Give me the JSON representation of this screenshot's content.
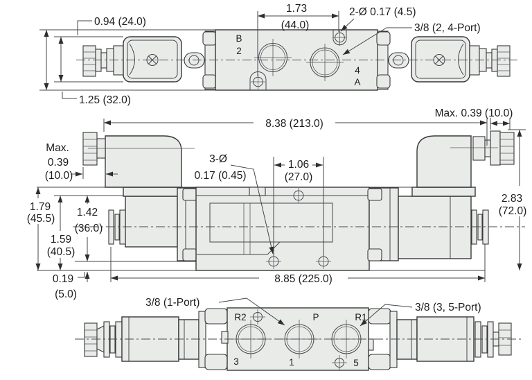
{
  "colors": {
    "line": "#38383a",
    "body_fill": "#e9ebe9",
    "background": "#ffffff",
    "text": "#1c1c1c"
  },
  "top_view": {
    "dim_solenoid_width": "0.94 (24.0)",
    "dim_end_width": "1.25 (32.0)",
    "dim_hole_spacing": "1.73",
    "dim_hole_spacing_mm": "(44.0)",
    "label_mounting_holes": "2-Ø 0.17 (4.5)",
    "label_ports": "3/8 (2, 4-Port)",
    "port_letter_b": "B",
    "port_num_2": "2",
    "port_num_4": "4",
    "port_letter_a": "A"
  },
  "front_view": {
    "dim_overall_width": "8.38 (213.0)",
    "dim_gland_right": "Max. 0.39 (10.0)",
    "dim_gland_left_1": "Max.",
    "dim_gland_left_2": "0.39",
    "dim_gland_left_3": "(10.0)",
    "label_mounting_holes_1": "3-Ø",
    "label_mounting_holes_2": "0.17 (0.45)",
    "dim_hole_spacing": "1.06",
    "dim_hole_spacing_mm": "(27.0)",
    "dim_height_total": "1.79",
    "dim_height_total_mm": "(45.5)",
    "dim_height_body": "1.42",
    "dim_height_body_mm": "(36.0)",
    "dim_height_base": "1.59",
    "dim_height_base_mm": "(40.5)",
    "dim_foot": "0.19",
    "dim_foot_mm": "(5.0)",
    "dim_height_right": "2.83",
    "dim_height_right_mm": "(72.0)",
    "dim_overall_length": "8.85 (225.0)"
  },
  "bottom_view": {
    "label_port_1": "3/8 (1-Port)",
    "label_port_35": "3/8 (3, 5-Port)",
    "port_r2": "R2",
    "port_p": "P",
    "port_r1": "R1",
    "port_3": "3",
    "port_1": "1",
    "port_5": "5"
  }
}
